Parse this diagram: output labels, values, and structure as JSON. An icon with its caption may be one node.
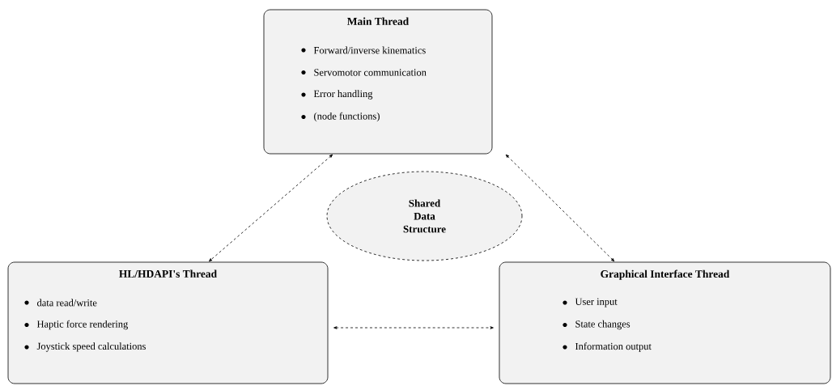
{
  "diagram": {
    "nodes": [
      {
        "text": [
          "Main Thread",
          "Forward/inverse kinematics",
          "Servomotor communication",
          "Error handling",
          "(node functions)"
        ]
      },
      {
        "text": [
          "Shared Data Structure"
        ]
      },
      {
        "text": [
          "HL/HDAPI's Thread",
          "data read/write",
          "Haptic force rendering",
          "Joystick speed calculations"
        ]
      },
      {
        "text": [
          "Graphical Interface Thread",
          "User input",
          "State changes",
          "Information output"
        ]
      }
    ],
    "edges": [
      {
        "from": 0,
        "to": 2,
        "arrow": "both",
        "style": "dashed"
      },
      {
        "from": 0,
        "to": 3,
        "arrow": "both",
        "style": "dashed"
      },
      {
        "from": 2,
        "to": 3,
        "arrow": "both",
        "style": "dashed"
      }
    ]
  }
}
